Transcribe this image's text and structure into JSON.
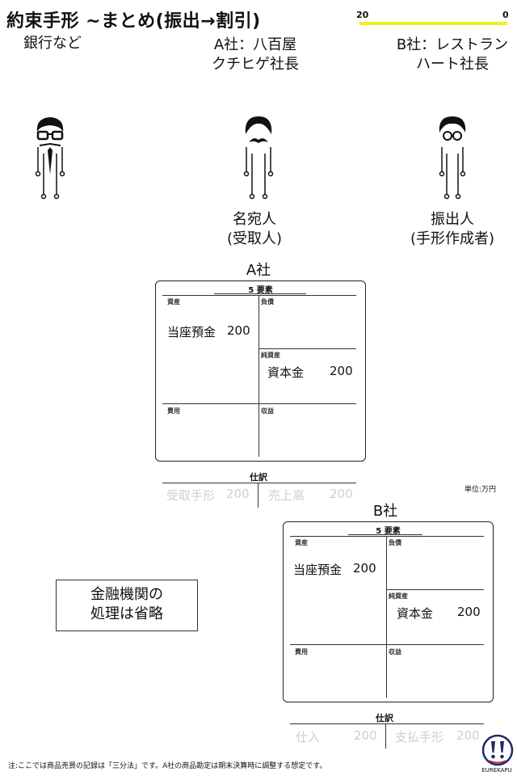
{
  "title": "約束手形 ~まとめ(振出→割引)",
  "progress": {
    "left_label": "20",
    "right_label": "0",
    "fraction": 1.0,
    "color": "#f2ef1e"
  },
  "parties": {
    "bank": {
      "line1": "銀行など"
    },
    "a": {
      "line1": "A社：八百屋",
      "line2": "クチヒゲ社長",
      "role1": "名宛人",
      "role2": "(受取人)"
    },
    "b": {
      "line1": "B社：レストラン",
      "line2": "ハート社長",
      "role1": "振出人",
      "role2": "(手形作成者)"
    }
  },
  "company_a": {
    "title": "A社",
    "header": "5 要素",
    "labels": {
      "assets": "資産",
      "liabilities": "負債",
      "net_assets": "純資産",
      "expenses": "費用",
      "revenue": "収益"
    },
    "asset_item": "当座預金",
    "asset_value": "200",
    "capital_item": "資本金",
    "capital_value": "200",
    "journal_title": "仕訳",
    "journal": {
      "debit_item": "受取手形",
      "debit_value": "200",
      "credit_item": "売上高",
      "credit_value": "200"
    }
  },
  "company_b": {
    "title": "B社",
    "header": "5 要素",
    "labels": {
      "assets": "資産",
      "liabilities": "負債",
      "net_assets": "純資産",
      "expenses": "費用",
      "revenue": "収益"
    },
    "asset_item": "当座預金",
    "asset_value": "200",
    "capital_item": "資本金",
    "capital_value": "200",
    "journal_title": "仕訳",
    "journal": {
      "debit_item": "仕入",
      "debit_value": "200",
      "credit_item": "支払手形",
      "credit_value": "200"
    }
  },
  "unit": "単位:万円",
  "note": {
    "line1": "金融機関の",
    "line2": "処理は省略"
  },
  "footnote": "注:ここでは商品売買の記録は「三分法」です。A社の商品勘定は期末決算時に調整する想定です。",
  "logo": {
    "text": "EUREKAPU",
    "color": "#1c2a6e",
    "accent": "#c0253a"
  }
}
